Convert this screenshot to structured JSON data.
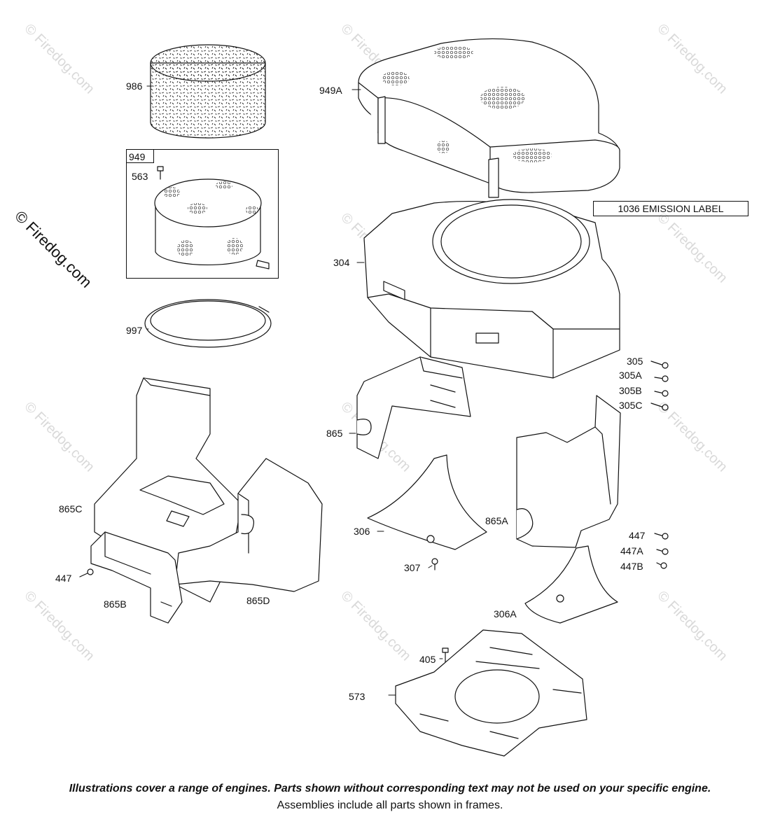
{
  "watermark_text": "© Firedog.com",
  "side_watermark": "© Firedog.com",
  "frame_tag": "949",
  "emission_label": "1036 EMISSION LABEL",
  "labels": {
    "p986": "986",
    "p949A": "949A",
    "p563": "563",
    "p304": "304",
    "p997": "997",
    "p305": "305",
    "p305A": "305A",
    "p305B": "305B",
    "p305C": "305C",
    "p865": "865",
    "p865C": "865C",
    "p865A": "865A",
    "p306": "306",
    "p447a": "447",
    "p447A": "447A",
    "p447B": "447B",
    "p307": "307",
    "p447b": "447",
    "p865B": "865B",
    "p865D": "865D",
    "p306A": "306A",
    "p405": "405",
    "p573": "573"
  },
  "footer": {
    "line1": "Illustrations cover a range of engines. Parts shown without corresponding text may not be used on your specific engine.",
    "line2": "Assemblies include all parts shown in frames."
  }
}
